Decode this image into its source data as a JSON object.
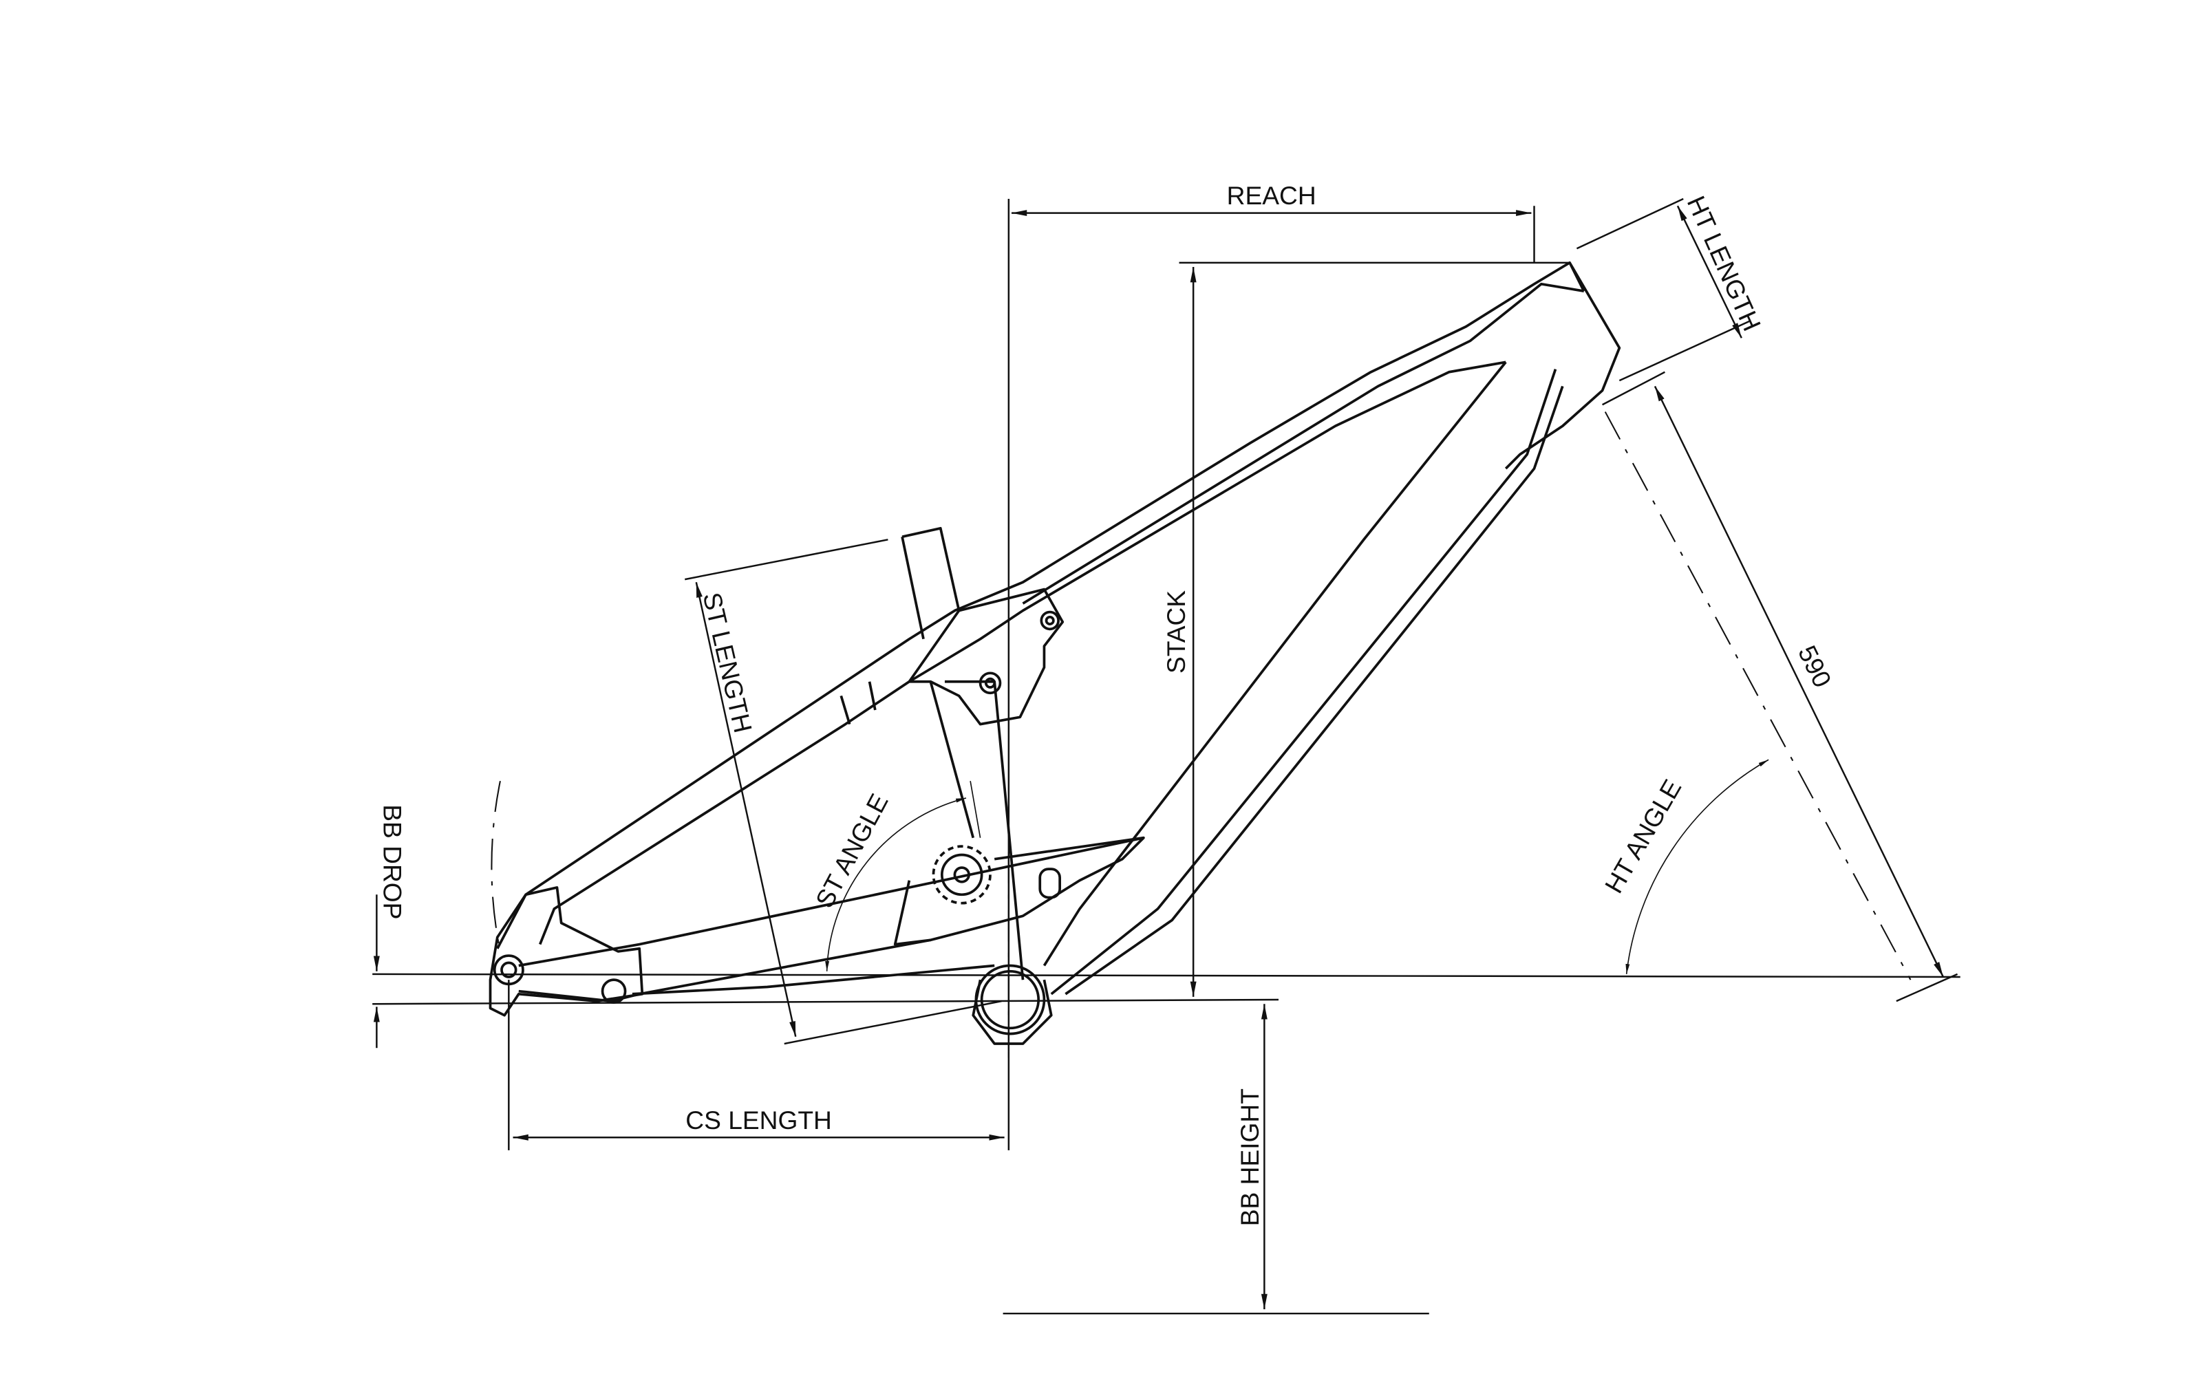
{
  "labels": {
    "reach": "REACH",
    "ht_length": "HT LENGTH",
    "stack": "STACK",
    "st_length": "ST LENGTH",
    "st_angle": "ST ANGLE",
    "ht_angle": "HT ANGLE",
    "fork_length": "590",
    "bb_drop": "BB DROP",
    "cs_length": "CS LENGTH",
    "bb_height": "BB HEIGHT"
  },
  "colors": {
    "line": "#111111",
    "background": "#ffffff"
  }
}
